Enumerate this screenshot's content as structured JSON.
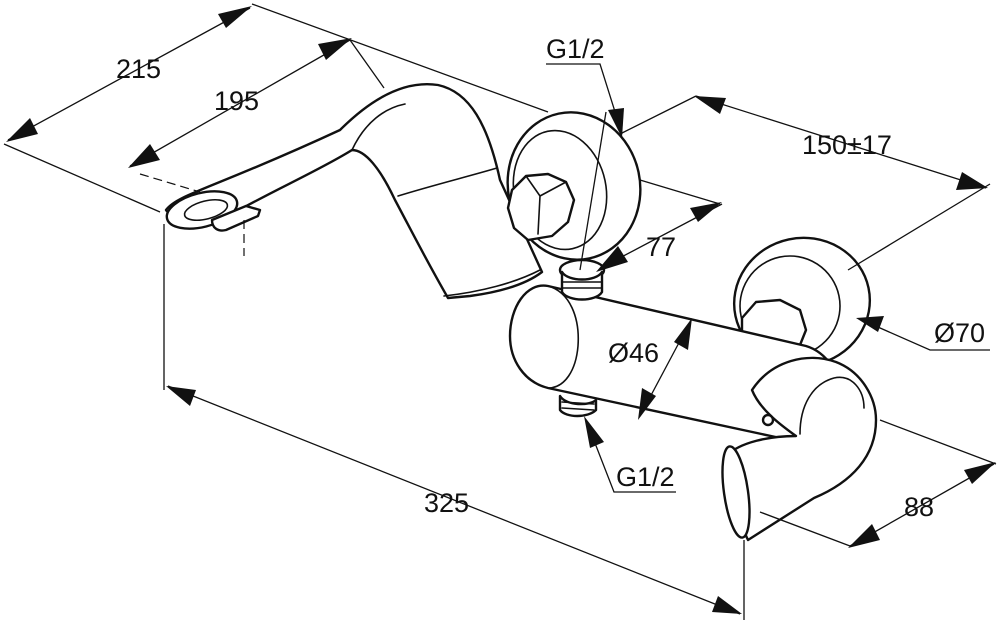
{
  "dimensions": {
    "overall_reach": "215",
    "spout_reach": "195",
    "inlet_thread_top": "G1/2",
    "centre_distance": "150±17",
    "cap_depth": "77",
    "body_diameter": "Ø46",
    "escutcheon_diameter": "Ø70",
    "outlet_thread_bottom": "G1/2",
    "overall_length": "325",
    "lever_depth": "88"
  }
}
